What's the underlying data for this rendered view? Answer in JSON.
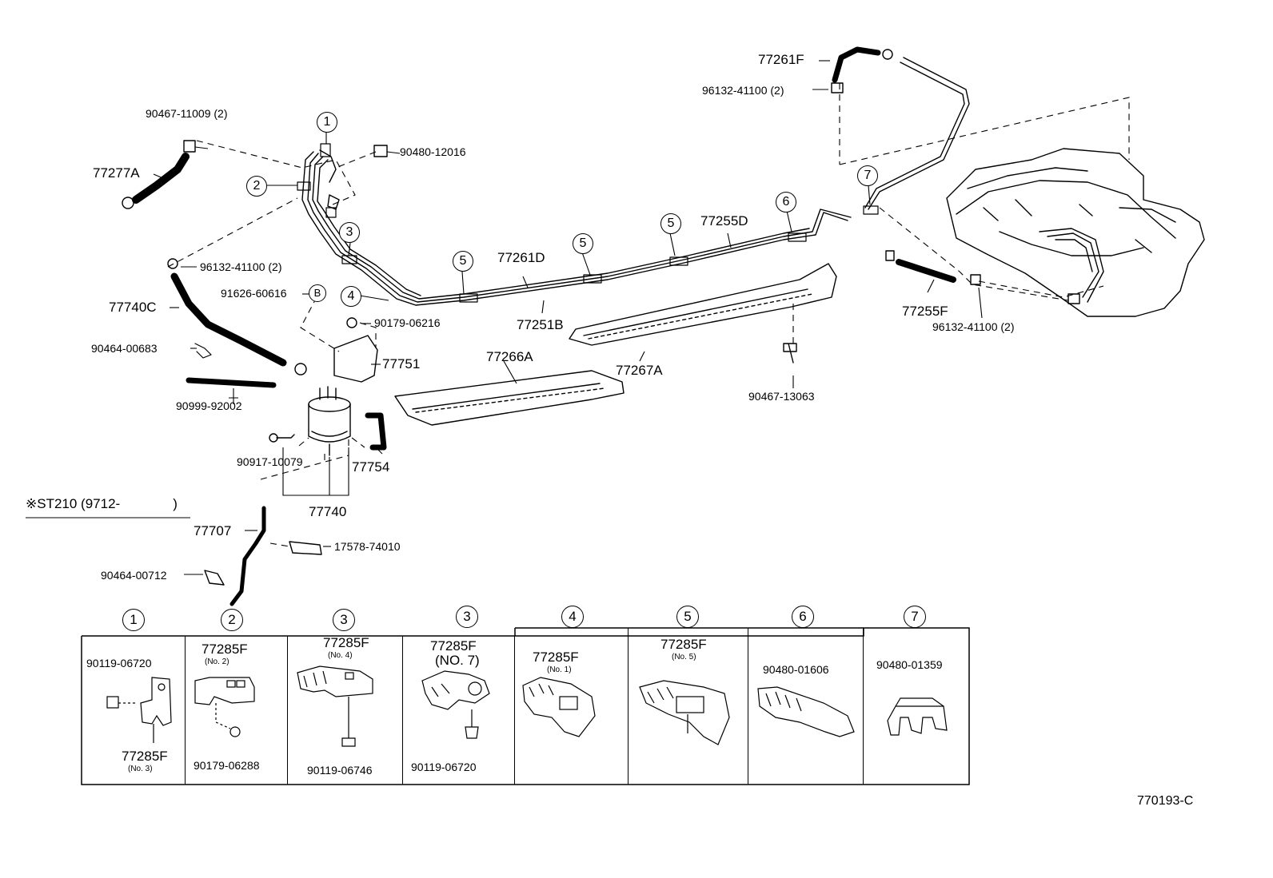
{
  "diagram_code": "770193-C",
  "note": {
    "symbol": "※",
    "text": "ST210 (9712-",
    "close": ")"
  },
  "callouts": {
    "c1": "1",
    "c2": "2",
    "c3": "3",
    "c4": "4",
    "c5": "5",
    "c6": "6",
    "c7": "7",
    "cB": "B"
  },
  "parts": {
    "p90467_11009": "90467-11009 (2)",
    "p77277A": "77277A",
    "p90480_12016": "90480-12016",
    "p96132_left": "96132-41100 (2)",
    "p91626": "91626-60616",
    "p77740C": "77740C",
    "p90179_06216": "90179-06216",
    "p90464_00683": "90464-00683",
    "p77751": "77751",
    "p90999": "90999-92002",
    "p90917": "90917-10079",
    "p77754": "77754",
    "p77740": "77740",
    "p77707": "77707",
    "p17578": "17578-74010",
    "p90464_00712": "90464-00712",
    "p77261D": "77261D",
    "p77251B": "77251B",
    "p77255D": "77255D",
    "p77266A": "77266A",
    "p77267A": "77267A",
    "p90467_13063": "90467-13063",
    "p77261F": "77261F",
    "p96132_top": "96132-41100 (2)",
    "p77255F": "77255F",
    "p96132_right": "96132-41100 (2)"
  },
  "clamp_table": [
    {
      "num": "1",
      "top": "90119-06720",
      "bottom": "77285F",
      "bottom_sub": "(No. 3)"
    },
    {
      "num": "2",
      "top": "77285F",
      "top_sub": "(No. 2)",
      "bottom": "90179-06288"
    },
    {
      "num": "3",
      "top": "77285F",
      "top_sub": "(No. 4)",
      "bottom": "90119-06746"
    },
    {
      "num": "3",
      "top": "77285F",
      "top_sub": "(NO. 7)",
      "bottom": "90119-06720"
    },
    {
      "num": "4",
      "top": "77285F",
      "top_sub": "(No. 1)"
    },
    {
      "num": "5",
      "top": "77285F",
      "top_sub": "(No. 5)"
    },
    {
      "num": "6",
      "top": "90480-01606"
    },
    {
      "num": "7",
      "top": "90480-01359"
    }
  ]
}
